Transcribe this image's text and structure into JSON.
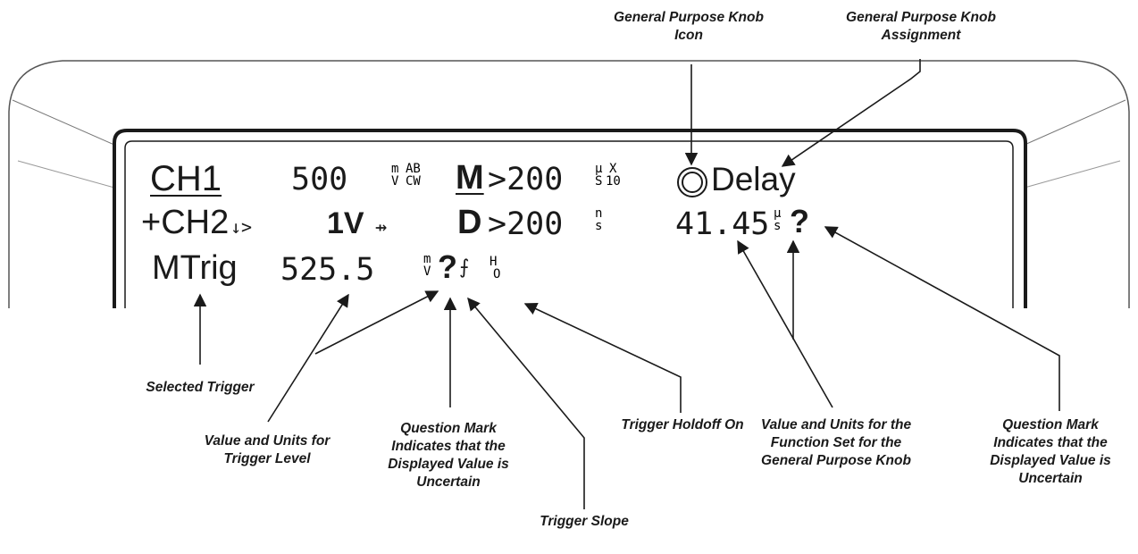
{
  "display": {
    "row1": {
      "ch1": "CH1",
      "volts_div": "500",
      "volts_unit_top": "m",
      "volts_unit_bottom": "V",
      "coupling_top": "AB",
      "coupling_bottom": "CW",
      "main_prefix": "M",
      "main_value": ">200",
      "main_unit_top": "μ",
      "main_unit_bottom": "S",
      "zoom_top": "X",
      "zoom_bottom": "10",
      "knob_assignment": "Delay"
    },
    "row2": {
      "prefix": "+CH2",
      "arrows": "↓>",
      "volts_div": "1V",
      "bw_symbol": "⇸",
      "delay_prefix": "D",
      "delay_value": ">200",
      "delay_unit_top": "n",
      "delay_unit_bottom": "s",
      "knob_value": "41.45",
      "knob_unit_top": "μ",
      "knob_unit_bottom": "s",
      "question": "?"
    },
    "row3": {
      "trigger": "MTrig",
      "level": "525.5",
      "level_unit_top": "m",
      "level_unit_bottom": "V",
      "question": "?",
      "slope_symbol": "⨍",
      "holdoff_top": "H",
      "holdoff_bottom": "O"
    }
  },
  "callouts": {
    "knob_icon": "General Purpose Knob Icon",
    "knob_assignment": "General Purpose Knob Assignment",
    "selected_trigger": "Selected Trigger",
    "trigger_level": "Value and Units for Trigger Level",
    "uncertain_left": "Question Mark Indicates that the Displayed Value is Uncertain",
    "trigger_slope": "Trigger Slope",
    "trigger_holdoff": "Trigger Holdoff On",
    "knob_value": "Value and Units for the Function Set for the General Purpose Knob",
    "uncertain_right": "Question Mark Indicates that the Displayed Value is Uncertain"
  }
}
